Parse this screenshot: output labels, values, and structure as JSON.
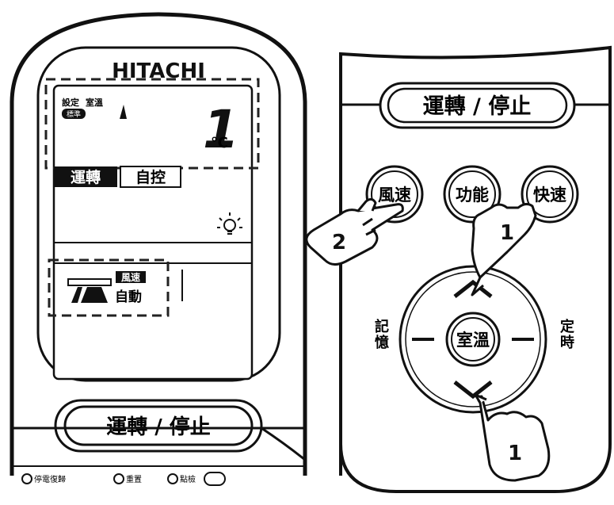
{
  "left_remote": {
    "brand": "HITACHI",
    "lcd": {
      "label_set": "設定",
      "label_room": "室溫",
      "badge_standard": "標準",
      "temp_digit": "1",
      "temp_unit": "℃",
      "mode_running": "運轉",
      "mode_auto": "自控",
      "fan_speed_badge": "風速",
      "fan_auto": "自動"
    },
    "power_button_label": "運轉 / 停止",
    "bottom_buttons": [
      {
        "label": "停電復歸"
      },
      {
        "label": "重置"
      },
      {
        "label": "點檢"
      }
    ]
  },
  "right_remote": {
    "power_button_label": "運轉 / 停止",
    "buttons": {
      "fan_speed": "風速",
      "function": "功能",
      "quick": "快速",
      "room_temp": "室溫"
    },
    "side_labels": {
      "memory": "記憶",
      "timer": "定時"
    },
    "step_markers": {
      "hand_left": "2",
      "hand_top": "1",
      "hand_bottom": "1"
    }
  }
}
